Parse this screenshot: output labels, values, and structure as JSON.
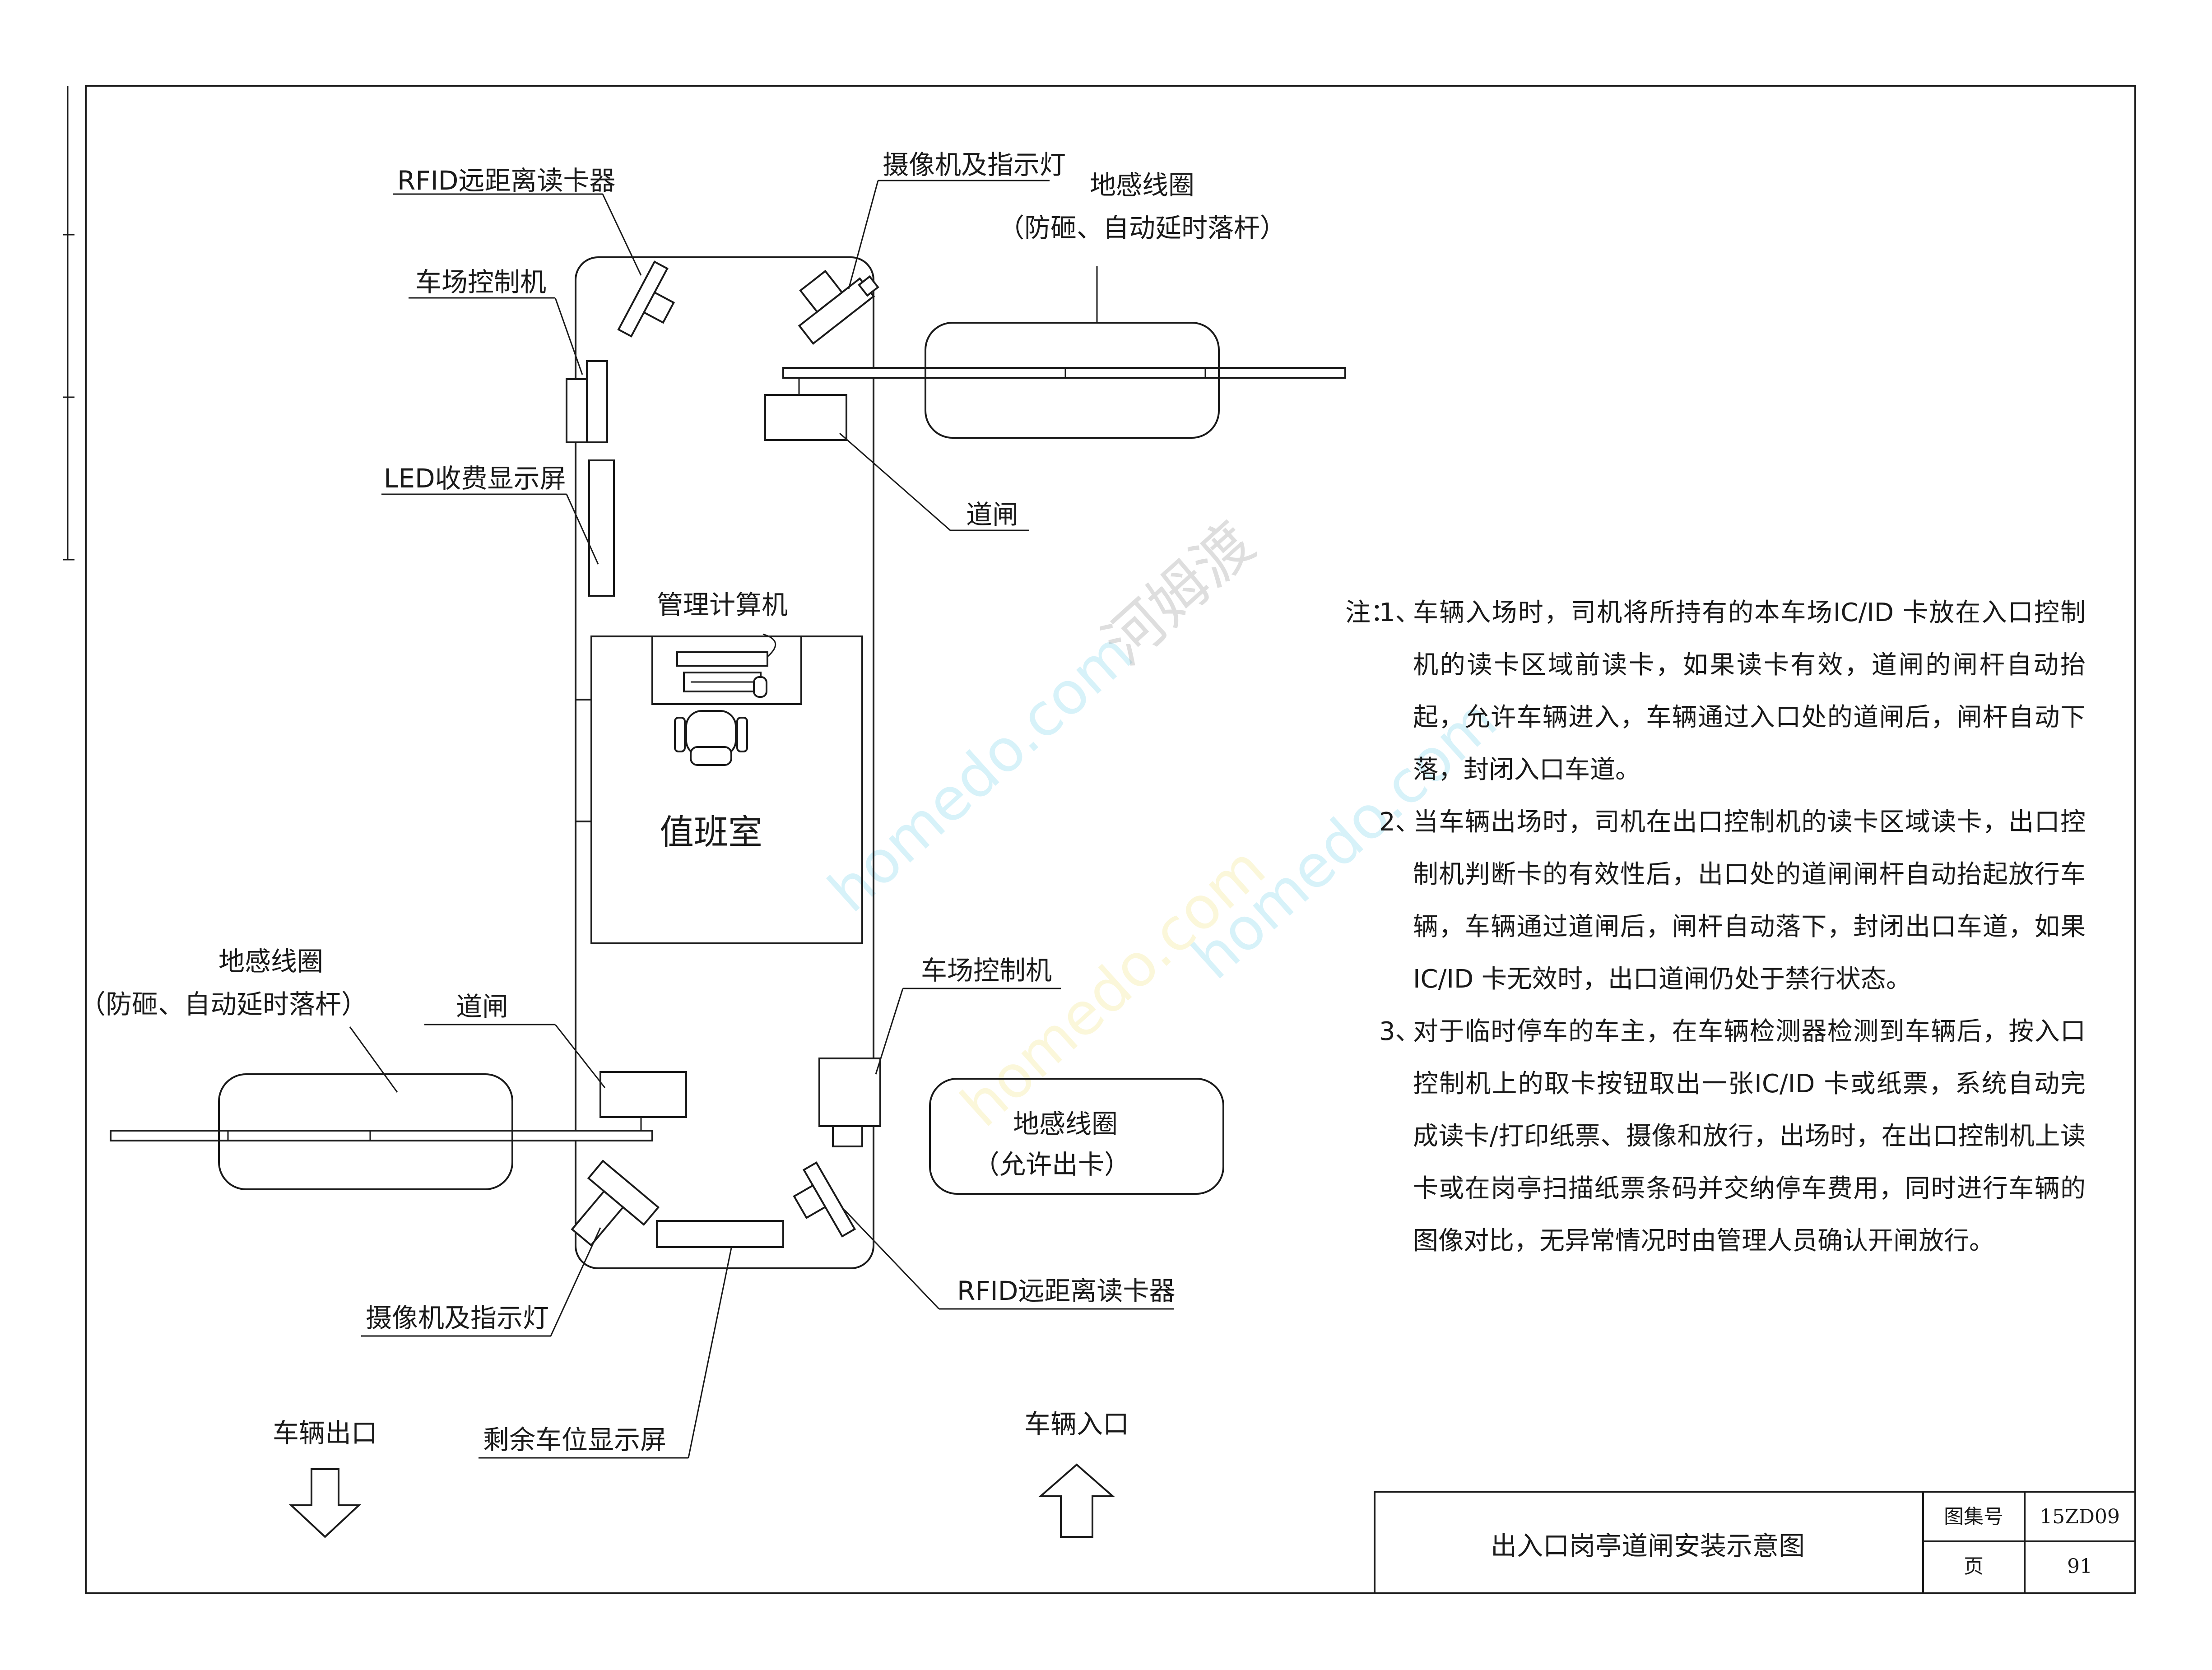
{
  "labels": {
    "rfid_top": "RFID远距离读卡器",
    "camera_top": "摄像机及指示灯",
    "coil_top_line1": "地感线圈",
    "coil_top_line2": "（防砸、自动延时落杆）",
    "controller_top": "车场控制机",
    "led_screen": "LED收费显示屏",
    "barrier_top": "道闸",
    "computer": "管理计算机",
    "duty_room": "值班室",
    "coil_left_line1": "地感线圈",
    "coil_left_line2": "（防砸、自动延时落杆）",
    "barrier_left": "道闸",
    "controller_bottom": "车场控制机",
    "coil_right_line1": "地感线圈",
    "coil_right_line2": "（允许出卡）",
    "rfid_bottom": "RFID远距离读卡器",
    "camera_bottom": "摄像机及指示灯",
    "remaining_screen": "剩余车位显示屏",
    "exit": "车辆出口",
    "entrance": "车辆入口"
  },
  "notes": {
    "prefix": "注：",
    "items": [
      {
        "num": "1、",
        "text": "车辆入场时，司机将所持有的本车场IC/ID 卡放在入口控制机的读卡区域前读卡，如果读卡有效，道闸的闸杆自动抬起，允许车辆进入，车辆通过入口处的道闸后，闸杆自动下落，封闭入口车道。"
      },
      {
        "num": "2、",
        "text": "当车辆出场时，司机在出口控制机的读卡区域读卡，出口控制机判断卡的有效性后，出口处的道闸闸杆自动抬起放行车辆，车辆通过道闸后，闸杆自动落下，封闭出口车道，如果IC/ID 卡无效时，出口道闸仍处于禁行状态。"
      },
      {
        "num": "3、",
        "text": "对于临时停车的车主，在车辆检测器检测到车辆后，按入口控制机上的取卡按钮取出一张IC/ID 卡或纸票，系统自动完成读卡/打印纸票、摄像和放行，出场时，在出口控制机上读卡或在岗亭扫描纸票条码并交纳停车费用，同时进行车辆的图像对比，无异常情况时由管理人员确认开闸放行。"
      }
    ]
  },
  "title_block": {
    "title": "出入口岗亭道闸安装示意图",
    "atlas_label": "图集号",
    "atlas_value": "15ZD09",
    "page_label": "页",
    "page_value": "91"
  },
  "watermark": {
    "text_cn": "河姆渡",
    "text_en": "homedo.com",
    "color_a": "#6fd0e8",
    "color_b": "#f2e27a"
  },
  "colors": {
    "line": "#1a1a1a",
    "paper": "#ffffff"
  }
}
